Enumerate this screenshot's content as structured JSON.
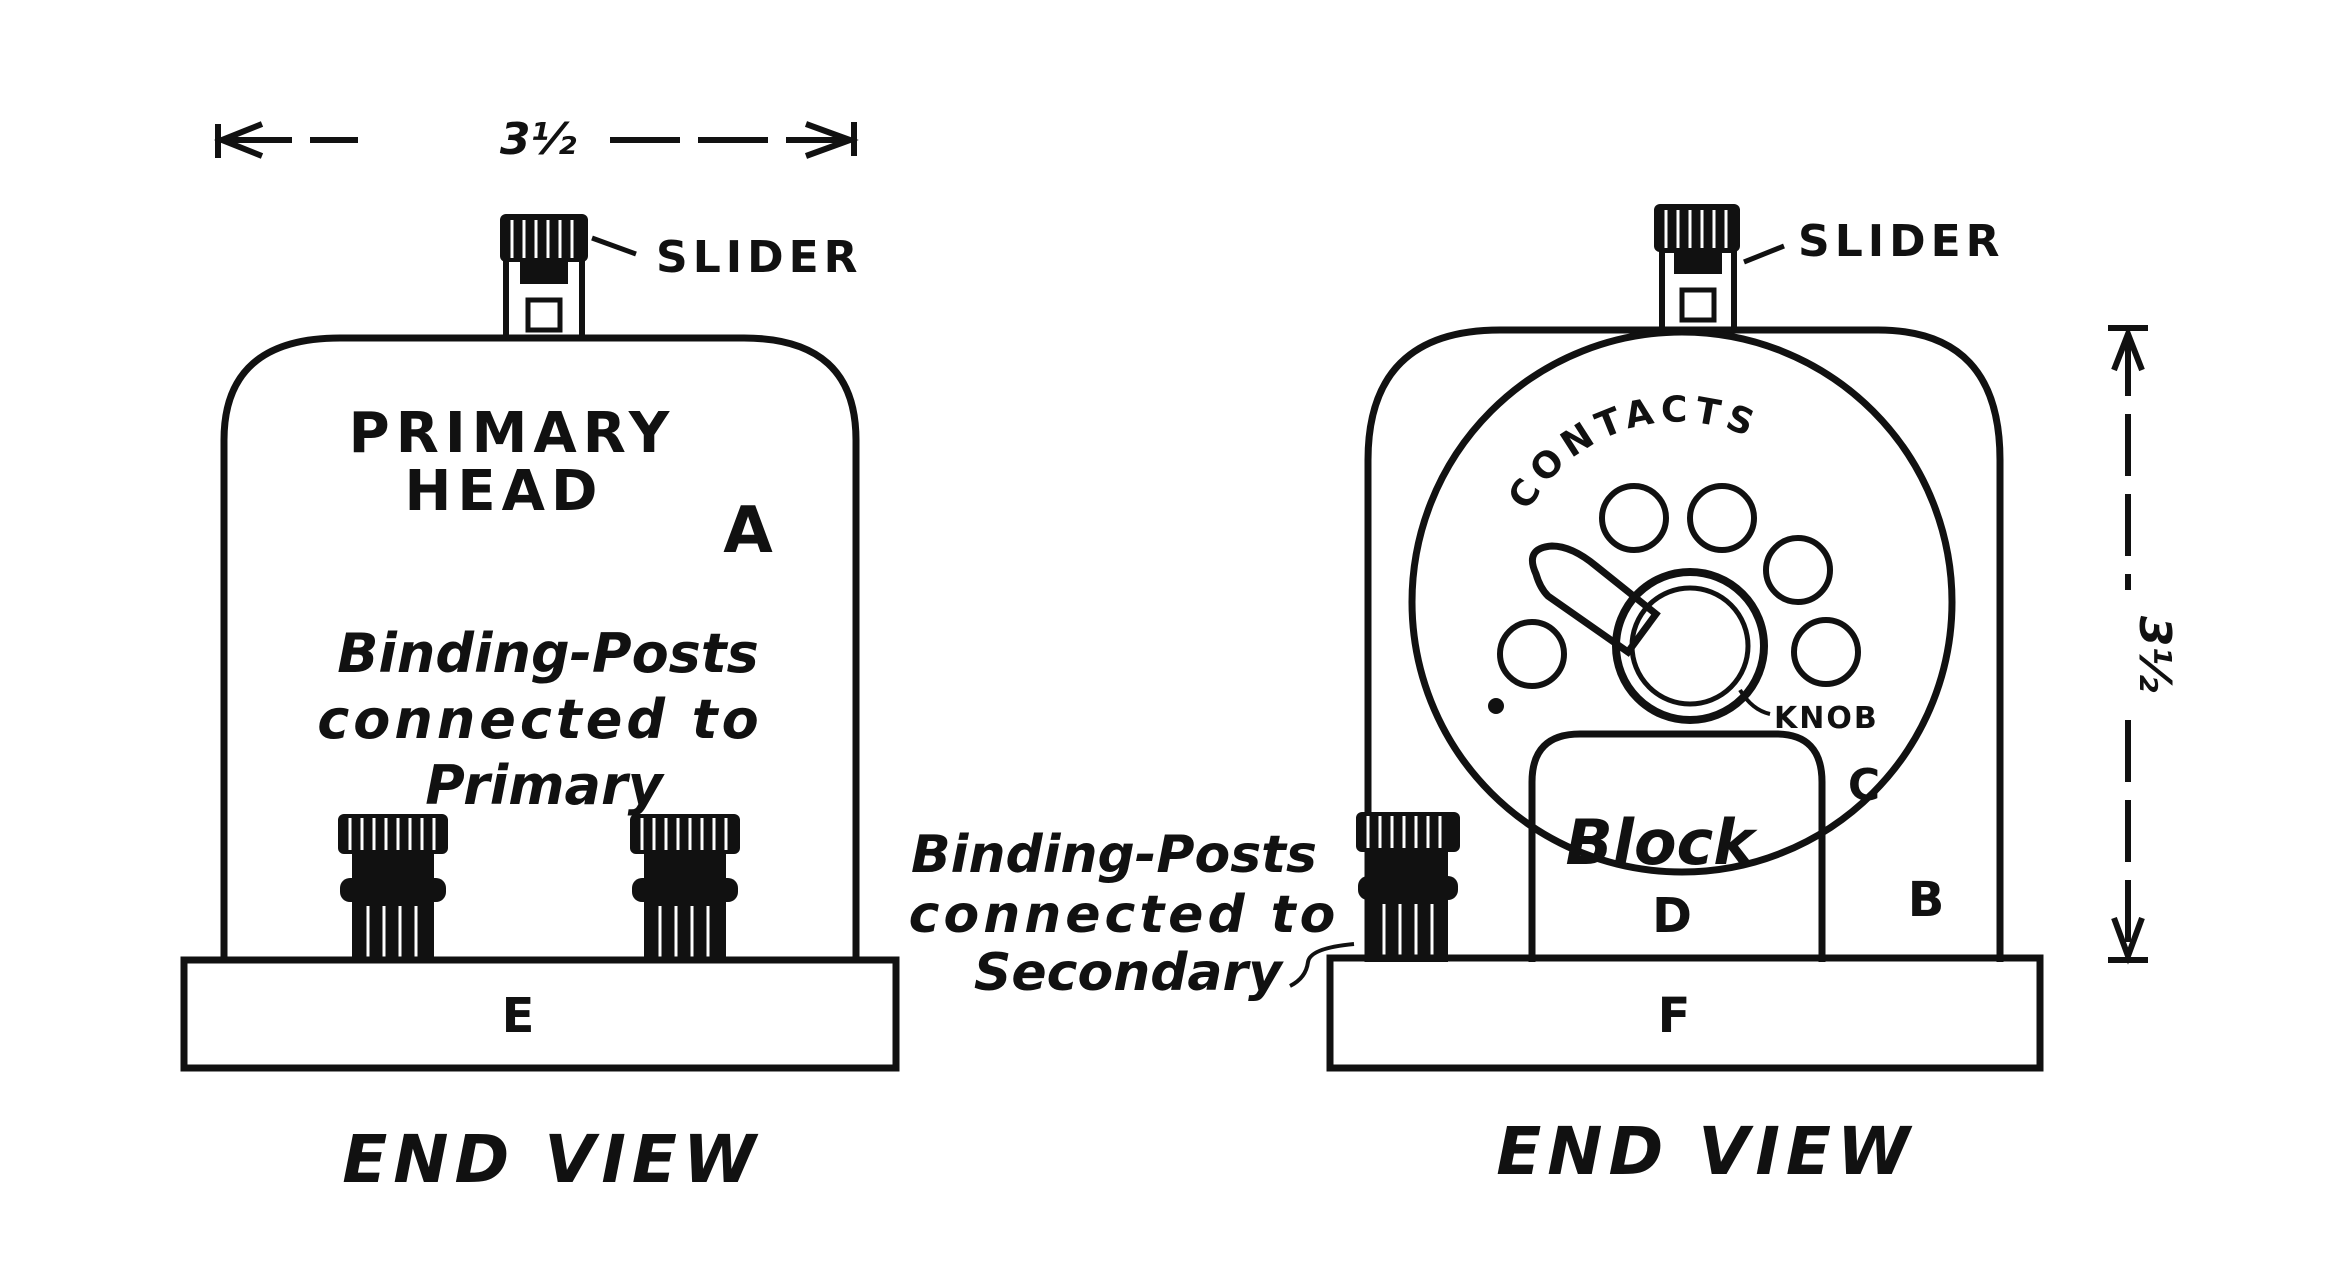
{
  "left_view": {
    "dimension": "3½",
    "slider_label": "SLIDER",
    "head_title_line1": "PRIMARY",
    "head_title_line2": "HEAD",
    "part_letter": "A",
    "note_line1": "Binding-Posts",
    "note_line2": "connected to",
    "note_line3": "Primary",
    "base_letter": "E",
    "caption": "END VIEW"
  },
  "right_view": {
    "slider_label": "SLIDER",
    "dimension": "3½",
    "contacts_label": "CONTACTS",
    "knob_label": "KNOB",
    "disc_letter": "C",
    "block_label": "Block",
    "block_letter": "D",
    "part_letter": "B",
    "base_letter": "F",
    "note_line1": "Binding-Posts",
    "note_line2": "connected to",
    "note_line3": "Secondary",
    "caption": "END VIEW"
  }
}
